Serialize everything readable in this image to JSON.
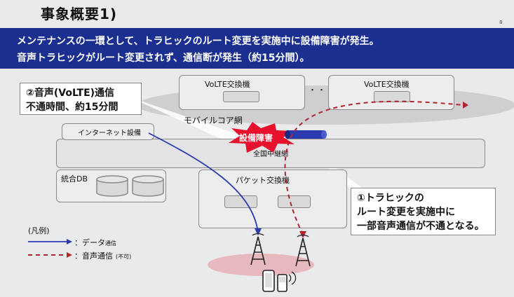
{
  "slide": {
    "title": "事象概要1)",
    "page_number": "8"
  },
  "banner": {
    "line1": "メンテナンスの一環として、トラヒックのルート変更を実施中に設備障害が発生。",
    "line2": "音声トラヒックがルート変更されず、通信断が発生（約15分間）。"
  },
  "diagram": {
    "volte_left_label": "VoLTE交換機",
    "volte_right_label": "VoLTE交換機",
    "ellipsis": "・・・",
    "mobile_core_label": "モバイルコア網",
    "internet_label": "インターネット設備",
    "fault_label": "設備障害",
    "backbone_label": "全国中継網",
    "db_label": "統合DB",
    "packet_label": "パケット交換機"
  },
  "callouts": {
    "left_line1": "②音声(VoLTE)通信",
    "left_line2": "不通時間、約15分間",
    "right_line1": "①トラヒックの",
    "right_line2": "ルート変更を実施中に",
    "right_line3": "一部音声通信が不通となる。"
  },
  "legend": {
    "heading": "(凡例)",
    "data_label": "：データ",
    "data_suffix": "通信",
    "voice_label": "：音声通信",
    "voice_suffix": "(不可)"
  },
  "colors": {
    "banner": "#1a2f8f",
    "fault": "#e8112d",
    "data_line": "#2a3bb0",
    "voice_line": "#b5232b"
  }
}
